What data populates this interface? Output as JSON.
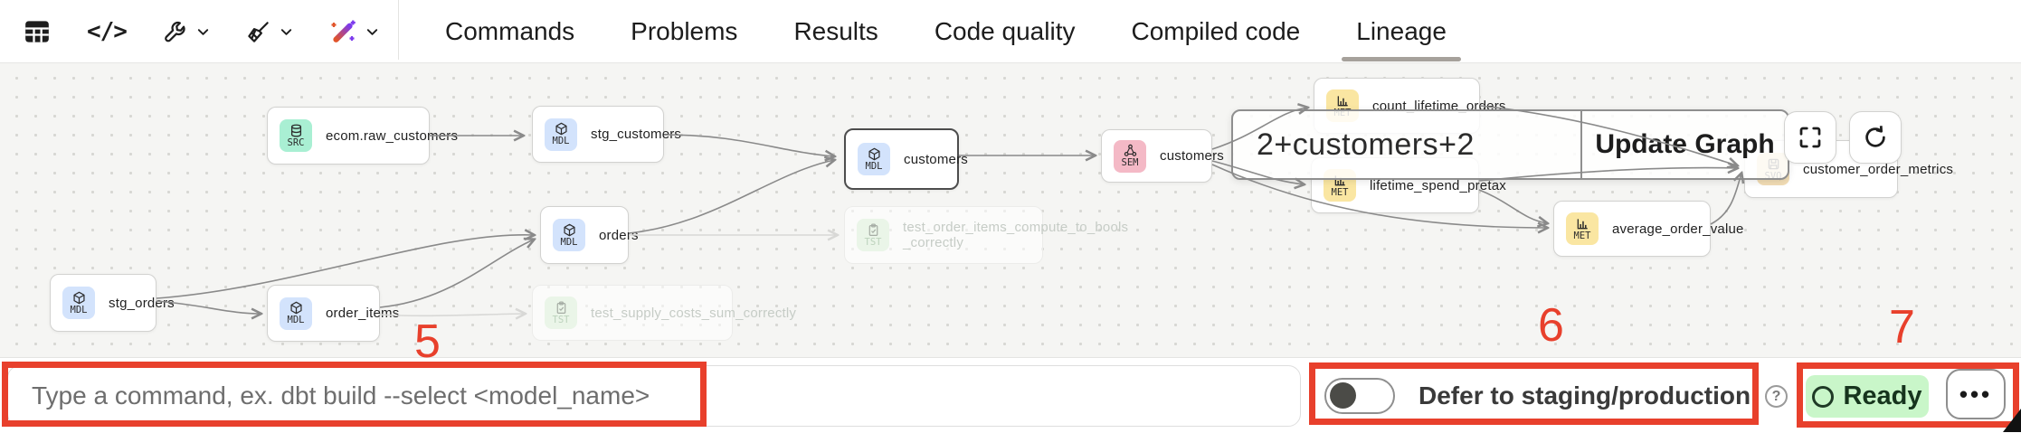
{
  "header": {
    "code_icon_glyph": "</>",
    "tabs": [
      {
        "label": "Commands"
      },
      {
        "label": "Problems"
      },
      {
        "label": "Results"
      },
      {
        "label": "Code quality"
      },
      {
        "label": "Compiled code"
      },
      {
        "label": "Lineage"
      }
    ],
    "active_tab": "Lineage"
  },
  "graph": {
    "nodes": [
      {
        "badge": "SRC",
        "label": "ecom.raw_customers"
      },
      {
        "badge": "MDL",
        "label": "stg_customers"
      },
      {
        "badge": "MDL",
        "label": "customers",
        "selected": true
      },
      {
        "badge": "SEM",
        "label": "customers"
      },
      {
        "badge": "MET",
        "label": "count_lifetime_orders"
      },
      {
        "badge": "MET",
        "label": "lifetime_spend_pretax"
      },
      {
        "badge": "MET",
        "label": "average_order_value"
      },
      {
        "badge": "SVQ",
        "label": "customer_order_metrics"
      },
      {
        "badge": "MDL",
        "label": "stg_orders"
      },
      {
        "badge": "MDL",
        "label": "order_items"
      },
      {
        "badge": "MDL",
        "label": "orders"
      },
      {
        "badge": "TST",
        "label": "test_order_items_compute_to_bools",
        "label2": "_correctly",
        "faded": true
      },
      {
        "badge": "TST",
        "label": "test_supply_costs_sum_correctly",
        "faded": true
      }
    ],
    "selector": {
      "value": "2+customers+2",
      "update_button": "Update Graph"
    }
  },
  "footer": {
    "command_placeholder": "Type a command, ex. dbt build --select <model_name>",
    "defer_toggle": {
      "label": "Defer to staging/production",
      "state": "off"
    },
    "help_glyph": "?",
    "status_badge": "Ready",
    "menu_button": "•••"
  },
  "annotations": {
    "n5": "5",
    "n6": "6",
    "n7": "7",
    "color": "#e8402c"
  },
  "colors": {
    "annotation_red": "#e8402c",
    "badge_src": "#a9efd3",
    "badge_mdl": "#d3e3fc",
    "badge_sem": "#f4b9c6",
    "badge_met": "#fae6a2",
    "badge_svq": "#f2ddb5",
    "badge_tst": "#e7f3e4",
    "ready_bg": "#c9f6c9",
    "canvas_bg": "#f5f5f3",
    "active_tab_underline": "#a6a19b"
  }
}
